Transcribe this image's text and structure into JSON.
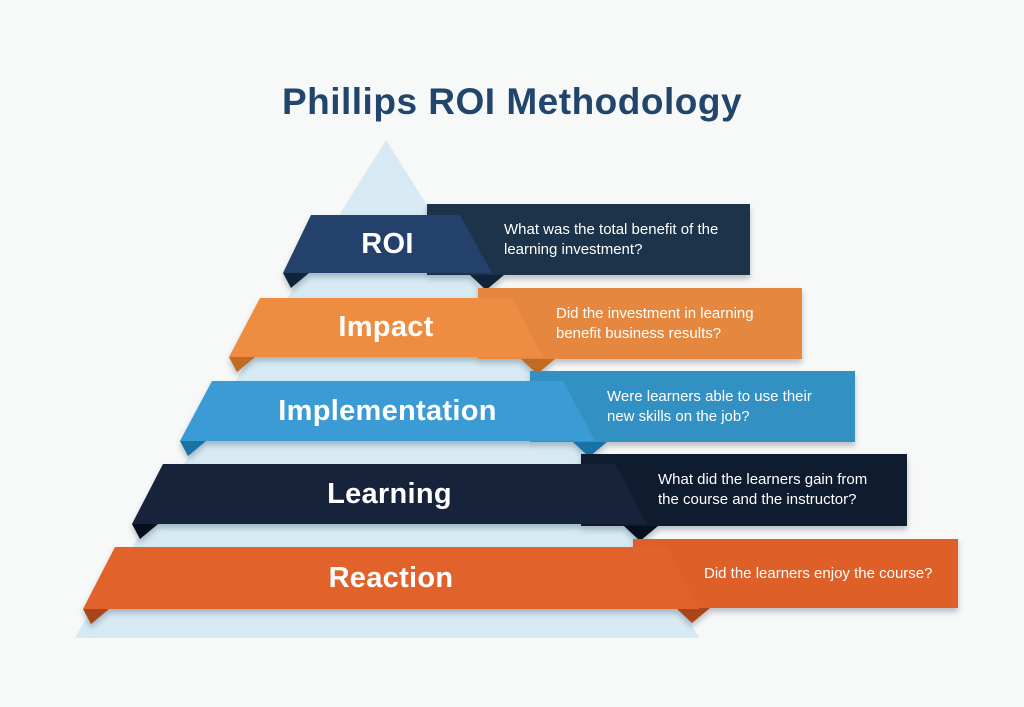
{
  "title": "Phillips ROI Methodology",
  "levels": [
    {
      "label": "ROI",
      "question": "What was the total benefit of the learning investment?"
    },
    {
      "label": "Impact",
      "question": "Did the investment in learning benefit business results?"
    },
    {
      "label": "Implementation",
      "question": "Were learners able to use their new skills on the job?"
    },
    {
      "label": "Learning",
      "question": "What did the learners gain from the course and the instructor?"
    },
    {
      "label": "Reaction",
      "question": "Did the learners enjoy the course?"
    }
  ],
  "colors": {
    "background": "#f7f8f8",
    "title": "#22456b",
    "pyramid": "#d7eaf3",
    "label_text": "#ffffff",
    "question_text": "#ffffff",
    "roi_band": "#24416b",
    "roi_callout": "#1d3349",
    "roi_fold": "#102338",
    "impact_band": "#ee8d41",
    "impact_callout": "#e6873f",
    "impact_fold": "#c06a22",
    "implementation_band": "#3b9bd5",
    "implementation_callout": "#3390c2",
    "implementation_fold": "#1a71a3",
    "learning_band": "#16233a",
    "learning_callout": "#0f1b2e",
    "learning_fold": "#070e1c",
    "reaction_band": "#e2622b",
    "reaction_callout": "#de5f28",
    "reaction_fold": "#aa4517"
  }
}
